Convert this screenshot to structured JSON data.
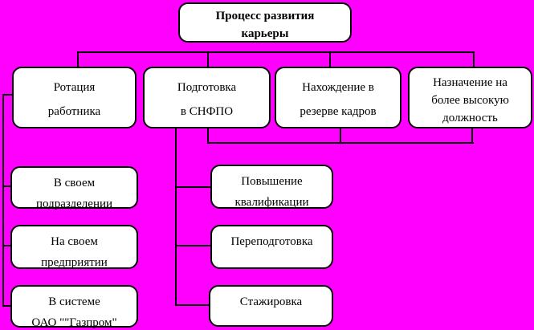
{
  "colors": {
    "background": "#FF00FF",
    "box_fill": "#FFFFFF",
    "border_and_lines": "#000000",
    "text": "#000000"
  },
  "diagram": {
    "root": {
      "line1": "Процесс развития",
      "line2": "карьеры"
    },
    "branches": {
      "rotation": {
        "line1": "Ротация",
        "line2": "работника"
      },
      "snfpo": {
        "line1": "Подготовка",
        "line2": "в СНФПО"
      },
      "reserve": {
        "line1": "Нахождение в",
        "line2": "резерве кадров"
      },
      "appointment": {
        "line1": "Назначение на",
        "line2": "более высокую",
        "line3": "должность"
      }
    },
    "rotation_children": {
      "unit": {
        "line1": "В своем",
        "line2": "подразделении"
      },
      "enterprise": {
        "line1": "На своем",
        "line2": "предприятии"
      },
      "gazprom": {
        "line1": "В системе",
        "line2": "ОАО \"\"Газпром\""
      }
    },
    "snfpo_children": {
      "qualification": {
        "line1": "Повышение",
        "line2": "квалификации"
      },
      "retraining": {
        "line1": "Переподготовка"
      },
      "internship": {
        "line1": "Стажировка"
      }
    }
  }
}
